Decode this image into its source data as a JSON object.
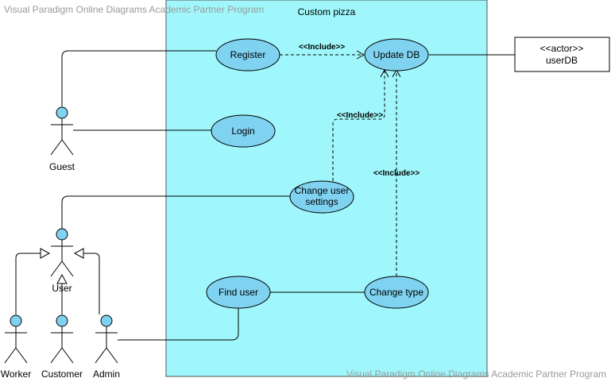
{
  "watermark_top": "Visual Paradigm Online Diagrams Academic Partner Program",
  "watermark_bottom": "Visual Paradigm Online Diagrams Academic Partner Program",
  "system": {
    "title": "Custom pizza",
    "fill": "#9ff7fb"
  },
  "use_cases": {
    "register": "Register",
    "update_db": "Update DB",
    "login": "Login",
    "change_settings_line1": "Change user",
    "change_settings_line2": "settings",
    "find_user": "Find user",
    "change_type": "Change type"
  },
  "actors": {
    "guest": "Guest",
    "user": "User",
    "worker": "Worker",
    "customer": "Customer",
    "admin": "Admin"
  },
  "external_actor": {
    "stereotype": "<<actor>>",
    "name": "userDB"
  },
  "relations": {
    "include_register": "<<Include>>",
    "include_settings": "<<Include>>",
    "include_changetype": "<<Include>>"
  },
  "colors": {
    "use_case_fill": "#7fd3f0",
    "system_fill": "#9ff7fb"
  }
}
